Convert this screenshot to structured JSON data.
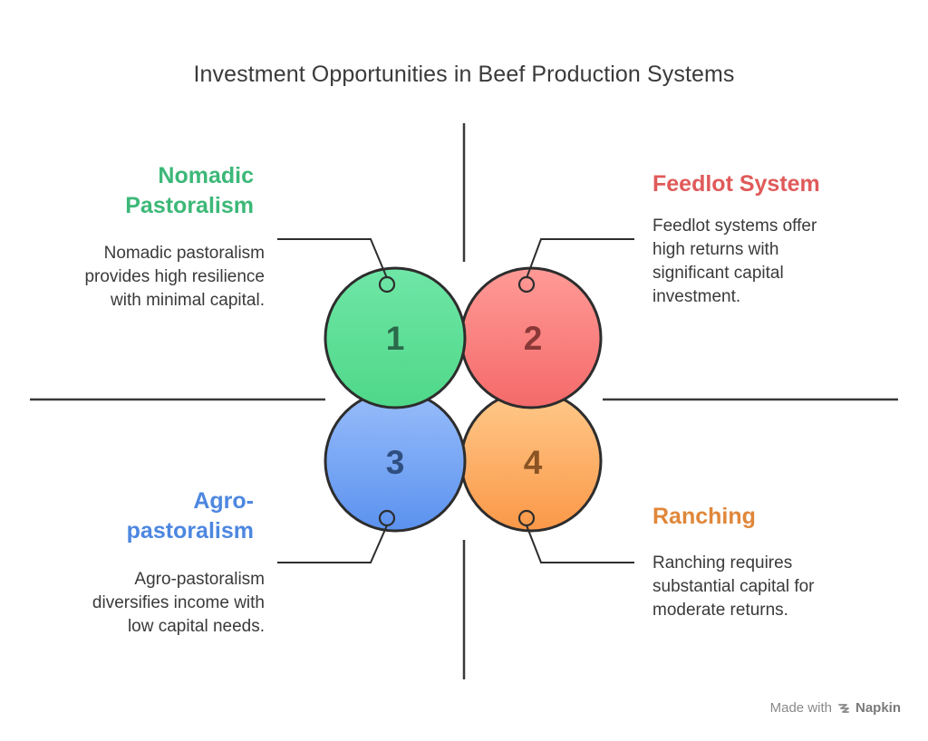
{
  "title": "Investment Opportunities in Beef Production Systems",
  "colors": {
    "green": "#3cb878",
    "red": "#e05a5a",
    "blue": "#4d87e0",
    "orange": "#e0873a"
  },
  "quadrants": [
    {
      "number": "1",
      "heading_lines": [
        "Nomadic",
        "Pastoralism"
      ],
      "description_lines": [
        "Nomadic pastoralism",
        "provides high resilience",
        "with minimal capital."
      ]
    },
    {
      "number": "2",
      "heading_lines": [
        "Feedlot System"
      ],
      "description_lines": [
        "Feedlot systems offer",
        "high returns with",
        "significant capital",
        "investment."
      ]
    },
    {
      "number": "3",
      "heading_lines": [
        "Agro-",
        "pastoralism"
      ],
      "description_lines": [
        "Agro-pastoralism",
        "diversifies income with",
        "low capital needs."
      ]
    },
    {
      "number": "4",
      "heading_lines": [
        "Ranching"
      ],
      "description_lines": [
        "Ranching requires",
        "substantial capital for",
        "moderate returns."
      ]
    }
  ],
  "footer": {
    "made_with": "Made with",
    "brand": "Napkin"
  }
}
